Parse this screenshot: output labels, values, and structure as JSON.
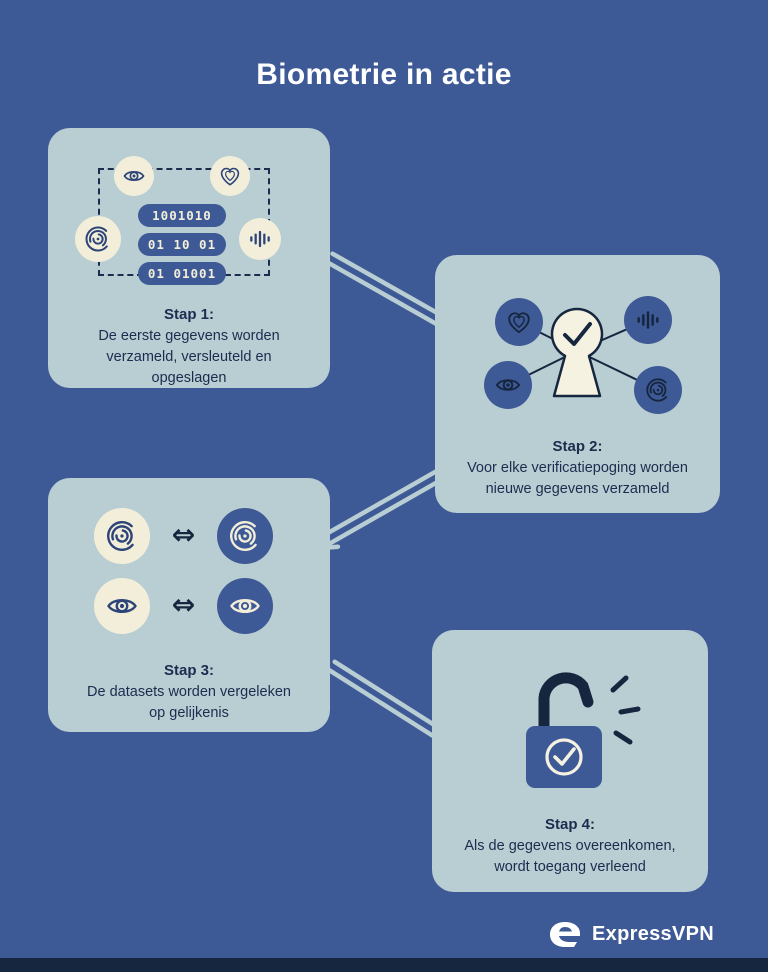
{
  "page": {
    "title": "Biometrie in actie"
  },
  "steps": [
    {
      "heading": "Stap 1:",
      "description": "De eerste gegevens worden verzameld, versleuteld en opgeslagen"
    },
    {
      "heading": "Stap 2:",
      "description": "Voor elke verificatiepoging worden nieuwe gegevens verzameld"
    },
    {
      "heading": "Stap 3:",
      "description": "De datasets worden vergeleken op gelijkenis"
    },
    {
      "heading": "Stap 4:",
      "description": "Als de gegevens overeenkomen, wordt toegang verleend"
    }
  ],
  "binary_pills": [
    "1001010",
    "01 10 01",
    "01 01001"
  ],
  "icons": {
    "compare_arrow": "⇔",
    "names": [
      "eye-icon",
      "heart-icon",
      "fingerprint-icon",
      "voice-icon",
      "keyhole-check-icon",
      "unlocked-padlock-icon"
    ]
  },
  "colors": {
    "background": "#3e5a96",
    "card": "#b9ced3",
    "navy": "#16263f",
    "text_navy": "#1c2c4f",
    "cream": "#f3eeda",
    "white": "#ffffff"
  },
  "footer": {
    "brand": "ExpressVPN"
  }
}
